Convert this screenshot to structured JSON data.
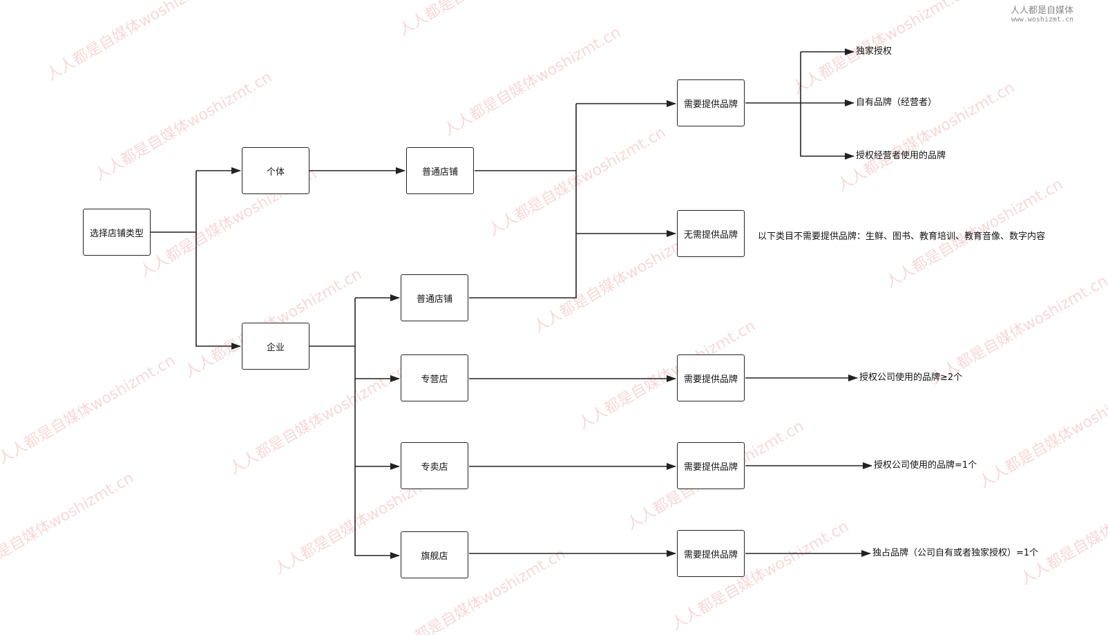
{
  "logo": {
    "name": "人人都是自媒体",
    "url": "www.woshizmt.cn"
  },
  "watermark_text": "人人都是自媒体woshizmt.cn",
  "colors": {
    "stroke": "#222222",
    "watermark": "#f2b9b9"
  },
  "nodes": {
    "root": "选择店铺类型",
    "individual": "个体",
    "enterprise": "企业",
    "individual_store": "普通店铺",
    "enterprise_store": "普通店铺",
    "franchise_store": "专营店",
    "exclusive_store": "专卖店",
    "flagship_store": "旗舰店",
    "brand_required_1": "需要提供品牌",
    "brand_not_required": "无需提供品牌",
    "brand_required_2": "需要提供品牌",
    "brand_required_3": "需要提供品牌",
    "brand_required_4": "需要提供品牌"
  },
  "labels": {
    "exclusive_license": "独家授权",
    "own_brand": "自有品牌（经营者）",
    "licensed_brand": "授权经营者使用的品牌",
    "no_brand_categories": "以下类目不需要提供品牌：生鲜、图书、教育培训、教育音像、数字内容",
    "franchise_rule": "授权公司使用的品牌≥2个",
    "exclusive_rule": "授权公司使用的品牌=1个",
    "flagship_rule": "独占品牌（公司自有或者独家授权）=1个"
  }
}
